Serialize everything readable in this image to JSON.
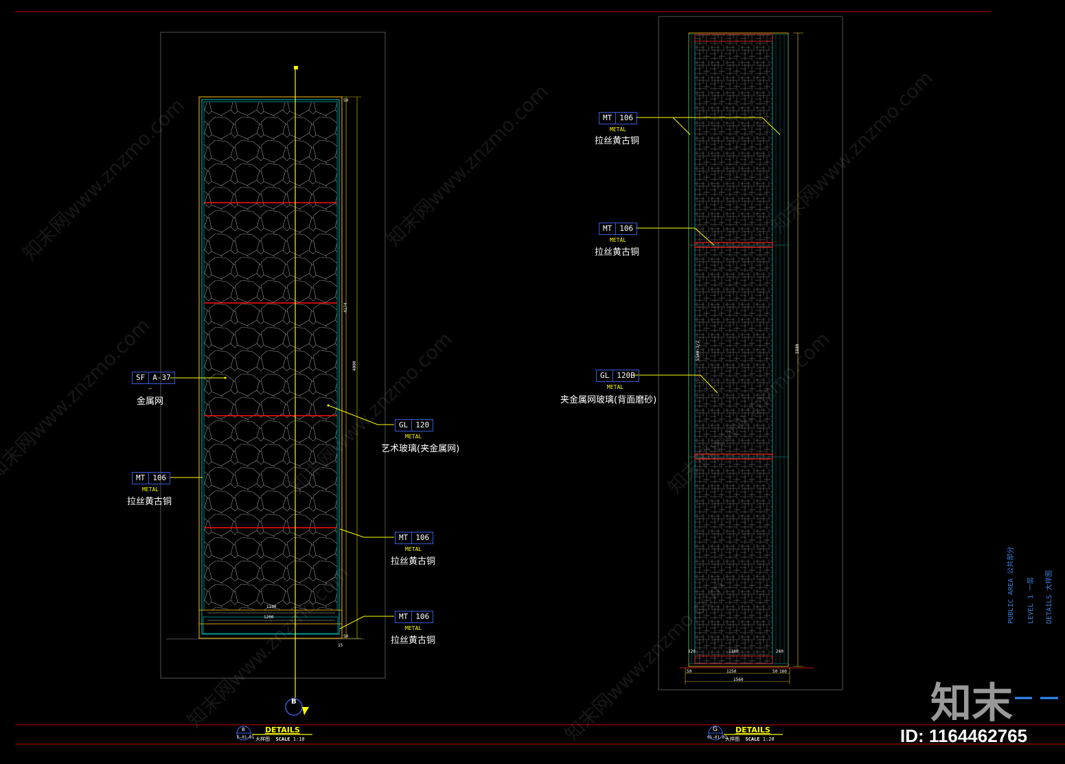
{
  "left_detail": {
    "callouts": [
      {
        "code": "SF",
        "num": "A-37",
        "sub": "–",
        "desc": "金属网"
      },
      {
        "code": "MT",
        "num": "106",
        "sub": "METAL",
        "desc": "拉丝黄古铜"
      },
      {
        "code": "GL",
        "num": "120",
        "sub": "METAL",
        "desc": "艺术玻璃(夹金属网)"
      },
      {
        "code": "MT",
        "num": "106",
        "sub": "METAL",
        "desc": "拉丝黄古铜"
      },
      {
        "code": "MT",
        "num": "106",
        "sub": "METAL",
        "desc": "拉丝黄古铜"
      }
    ],
    "dims": {
      "d1": "4174",
      "d2": "4000",
      "d3": "1100",
      "d4": "1200",
      "d5": "50",
      "d6": "50",
      "d7": "15"
    },
    "section_marker": "B",
    "title": {
      "ref": "B",
      "sheet": "E-01-01",
      "name": "DETAILS",
      "cn": "大样图",
      "scale_label": "SCALE",
      "scale": "1:10"
    }
  },
  "right_detail": {
    "callouts": [
      {
        "code": "MT",
        "num": "106",
        "sub": "METAL",
        "desc": "拉丝黄古铜"
      },
      {
        "code": "MT",
        "num": "106",
        "sub": "METAL",
        "desc": "拉丝黄古铜"
      },
      {
        "code": "GL",
        "num": "120B",
        "sub": "METAL",
        "desc": "夹金属网玻璃(背面磨砂)"
      }
    ],
    "dims": {
      "v1": "5880",
      "v2": "5540-3/2",
      "b1": "1180",
      "b2": "120",
      "b3": "260",
      "b4": "1250",
      "b5": "50",
      "b6": "50",
      "b7": "160",
      "b8": "1560"
    },
    "title": {
      "ref": "G",
      "sheet": "01-01-01",
      "name": "DETAILS",
      "cn": "大样图",
      "scale_label": "SCALE",
      "scale": "1:20"
    }
  },
  "sheet_info": {
    "line1": "PUBLIC AREA   公共部分",
    "line2": "LEVEL 1   一层",
    "line3": "DETAILS     大样图"
  },
  "watermark": {
    "text": "知末网www.znzmo.com",
    "logo": "知末",
    "id": "ID: 1164462765"
  },
  "colors": {
    "bg": "#000000",
    "yellow": "#ffff00",
    "red": "#ff0000",
    "cyan": "#00c0c0",
    "blue": "#3e7fd8"
  }
}
